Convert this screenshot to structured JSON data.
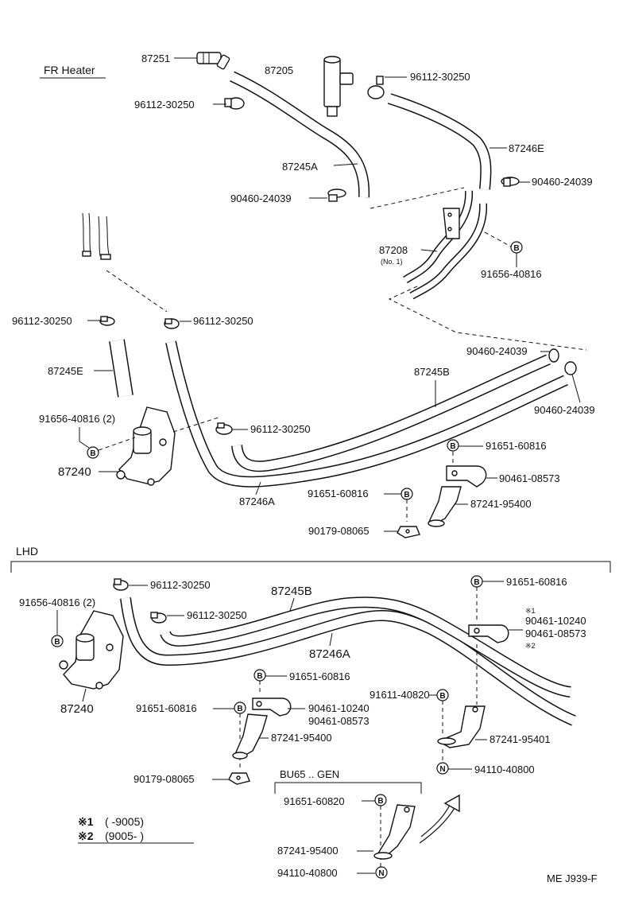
{
  "sections": {
    "fr_heater": "FR Heater",
    "lhd": "LHD",
    "bu65_gen": "BU65 .. GEN"
  },
  "part_numbers": {
    "p87251": "87251",
    "p87205": "87205",
    "p96112_top_right": "96112-30250",
    "p96112_top_left": "96112-30250",
    "p87246E": "87246E",
    "p87245A": "87245A",
    "p90460_a": "90460-24039",
    "p90460_b": "90460-24039",
    "p87208": "87208",
    "p87208_note": "(No. 1)",
    "p91656_top": "91656-40816",
    "p96112_mid_left": "96112-30250",
    "p96112_mid_right": "96112-30250",
    "p90460_c": "90460-24039",
    "p87245E": "87245E",
    "p87245B_top": "87245B",
    "p90460_d": "90460-24039",
    "p91656_mid": "91656-40816 (2)",
    "p96112_mid_lower": "96112-30250",
    "p91651_a": "91651-60816",
    "p87240_top": "87240",
    "p90461_a": "90461-08573",
    "p91651_b": "91651-60816",
    "p87241_a": "87241-95400",
    "p87246A_top": "87246A",
    "p90179_a": "90179-08065",
    "p96112_lhd_a": "96112-30250",
    "p87245B_lhd": "87245B",
    "p91651_lhd_right": "91651-60816",
    "p91656_lhd": "91656-40816 (2)",
    "p96112_lhd_b": "96112-30250",
    "p90461_lhd_r1": "90461-10240",
    "p90461_lhd_r2": "90461-08573",
    "p87246A_lhd": "87246A",
    "p91651_lhd_c": "91651-60816",
    "p91611": "91611-40820",
    "p87240_lhd": "87240",
    "p91651_lhd_l": "91651-60816",
    "p90461_lhd_m1": "90461-10240",
    "p90461_lhd_m2": "90461-08573",
    "p87241_b": "87241-95400",
    "p87241_c": "87241-95401",
    "p94110_a": "94110-40800",
    "p90179_b": "90179-08065",
    "p91651_gen": "91651-60820",
    "p87241_gen": "87241-95400",
    "p94110_gen": "94110-40800"
  },
  "badges": {
    "b": "B",
    "n": "N"
  },
  "notes": {
    "mark1": "※1",
    "mark2": "※2",
    "n1_mark": "※1",
    "n1_text": "(      -9005)",
    "n2_mark": "※2",
    "n2_text": "(9005-         )"
  },
  "reference": "ME J939-F"
}
